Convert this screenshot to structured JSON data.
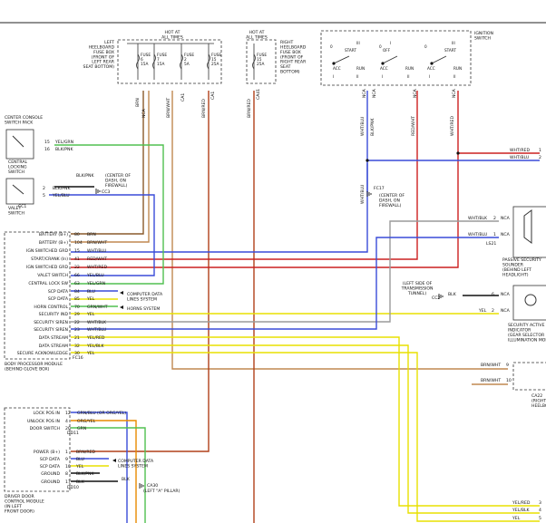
{
  "fuse_box_left": {
    "title": "HOT AT\nALL TIMES",
    "desc": "LEFT\nHEELBOARD\nFUSE BOX\n(FRONT OF\nLEFT REAR\nSEAT BOTTOM)",
    "fuses": [
      {
        "name": "FUSE",
        "num": "6",
        "amp": "15A"
      },
      {
        "name": "FUSE",
        "num": "7",
        "amp": "15A"
      },
      {
        "name": "FUSE",
        "num": "2",
        "amp": "5A"
      },
      {
        "name": "FUSE",
        "num": "15",
        "amp": "25A"
      }
    ],
    "wires": [
      "BRN",
      "BRN/WHT",
      "BRN/RED"
    ],
    "pins": [
      "NCA",
      "CA1",
      "CA1"
    ]
  },
  "fuse_box_right": {
    "title": "HOT AT\nALL TIMES",
    "desc": "RIGHT\nHEELBOARD\nFUSE BOX\n(FRONT OF\nRIGHT REAR\nSEAT\nBOTTOM)",
    "fuse": {
      "name": "FUSE",
      "num": "15",
      "amp": "25A"
    },
    "wire": "BRN/RED",
    "pin": "CA41"
  },
  "ignition_switch": {
    "label": "IGNITION\nSWITCH",
    "positions": [
      "0",
      "I",
      "II",
      "III",
      "ACC",
      "RUN",
      "START",
      "OFF"
    ],
    "wires": [
      "WHT/BLU",
      "BLK/PNK",
      "RED/WHT",
      "WHT/RED"
    ],
    "pins": [
      "NCA",
      "NCA",
      "NCA",
      "NCA"
    ]
  },
  "center_console": {
    "title": "CENTER CONSOLE\nSWITCH PACK",
    "locking_switch": "CENTRAL\nLOCKING\nSWITCH",
    "valet_switch": "VALET\nSWITCH",
    "connector": "CC1",
    "pins": [
      {
        "pin": "15",
        "wire": "YEL/GRN"
      },
      {
        "pin": "16",
        "wire": "BLK/PNK"
      },
      {
        "pin": "2",
        "wire": "BLK/PNK"
      },
      {
        "pin": "5",
        "wire": "YEL/BLU"
      }
    ],
    "ground_note": "BLK/PNK",
    "ground_pin": "CC3",
    "ground_loc": "(CENTER OF\nDASH, ON\nFIREWALL)"
  },
  "body_processor": {
    "label": "BODY PROCESSOR MODULE\n(BEHIND GLOVE BOX)",
    "connector": "FC16",
    "rows": [
      {
        "name": "BATTERY (B+)",
        "pin": "80",
        "wire": "BRN"
      },
      {
        "name": "BATTERY (B+)",
        "pin": "104",
        "wire": "BRN/WHT"
      },
      {
        "name": "IGN SWITCHED GRD",
        "pin": "15",
        "wire": "WHT/BLU"
      },
      {
        "name": "START/CRANK (In)",
        "pin": "41",
        "wire": "RED/WHT"
      },
      {
        "name": "IGN SWITCHED GRD",
        "pin": "22",
        "wire": "WHT/RED"
      },
      {
        "name": "VALET SWITCH",
        "pin": "66",
        "wire": "YEL/BLU"
      },
      {
        "name": "CENTRAL LOCK SW",
        "pin": "63",
        "wire": "YEL/GRN"
      },
      {
        "name": "SCP DATA",
        "pin": "84",
        "wire": "BLU"
      },
      {
        "name": "SCP DATA",
        "pin": "85",
        "wire": "YEL"
      },
      {
        "name": "HORN CONTROL",
        "pin": "70",
        "wire": "GRN/WHT"
      },
      {
        "name": "SECURITY IND",
        "pin": "29",
        "wire": "YEL"
      },
      {
        "name": "SECURITY SIREN",
        "pin": "22",
        "wire": "WHT/BLK"
      },
      {
        "name": "SECURITY SIREN",
        "pin": "23",
        "wire": "WHT/BLU"
      },
      {
        "name": "DATA STREAM",
        "pin": "21",
        "wire": "YEL/RED"
      },
      {
        "name": "DATA STREAM",
        "pin": "32",
        "wire": "YEL/BLK"
      },
      {
        "name": "SECURE ACKNOWLEDGE",
        "pin": "30",
        "wire": "YEL"
      }
    ],
    "note_data": "COMPUTER DATA\nLINES SYSTEM",
    "note_horn": "HORNS SYSTEM"
  },
  "ground_fc17": {
    "wire": "WHT/BLU",
    "pin": "FC17",
    "loc": "(CENTER OF\nDASH, ON\nFIREWALL)"
  },
  "right_top_wires": [
    {
      "wire": "WHT/RED",
      "pin": "1"
    },
    {
      "wire": "WHT/BLU",
      "pin": "2"
    }
  ],
  "sounder": {
    "label": "PASSIVE SECURITY\nSOUNDER\n(BEHIND LEFT\nHEADLIGHT)",
    "connector": "LS21",
    "rows": [
      {
        "wire": "WHT/BLK",
        "pin": "2",
        "code": "NCA"
      },
      {
        "wire": "WHT/BLU",
        "pin": "1",
        "code": "NCA"
      }
    ]
  },
  "indicator": {
    "label": "SECURITY ACTIVE\nINDICATOR\n(GEAR SELECTOR\nILLUMINATION MODULE)",
    "ground_loc": "(LEFT SIDE OF\nTRANSMISSION\nTUNNEL)",
    "ground_pin": "CC2",
    "rows": [
      {
        "wire": "BLK",
        "pin": "6",
        "code": "NCA"
      },
      {
        "wire": "YEL",
        "pin": "2",
        "code": "NCA"
      }
    ]
  },
  "ca22": {
    "label": "CA22\n(RIGHT\nHEELBOARD)",
    "rows": [
      {
        "wire": "BRN/WHT",
        "pin": "9"
      },
      {
        "wire": "BRN/WHT",
        "pin": "10"
      }
    ]
  },
  "door_module": {
    "label": "DRIVER DOOR\nCONTROL MODULE\n(IN LEFT\nFRONT DOOR)",
    "conn1": "DD11",
    "conn2": "DD10",
    "rows1": [
      {
        "name": "LOCK POS IN",
        "pin": "12",
        "wire": "GRN/BLU (OR ORG/YEL)"
      },
      {
        "name": "UNLOCK POS IN",
        "pin": "4",
        "wire": "ORG/YEL"
      },
      {
        "name": "DOOR SWITCH",
        "pin": "20",
        "wire": "GRN"
      }
    ],
    "rows2": [
      {
        "name": "POWER (B+)",
        "pin": "1",
        "wire": "BRN/RED"
      },
      {
        "name": "SCP DATA",
        "pin": "9",
        "wire": "BLU"
      },
      {
        "name": "SCP DATA",
        "pin": "10",
        "wire": "YEL"
      },
      {
        "name": "GROUND",
        "pin": "8",
        "wire": "BLK/PNK"
      },
      {
        "name": "GROUND",
        "pin": "17",
        "wire": "BLK"
      }
    ],
    "ground_pin": "CA30",
    "ground_loc": "(LEFT \"A\" PILLAR)",
    "ground_wire": "BLK",
    "note_data": "COMPUTER DATA\nLINES SYSTEM"
  },
  "bottom_right": [
    {
      "wire": "YEL/RED",
      "pin": "3"
    },
    {
      "wire": "YEL/BLK",
      "pin": "4"
    },
    {
      "wire": "YEL",
      "pin": "5"
    }
  ],
  "colors": {
    "brn": "#8a5a2b",
    "brnwht": "#c08850",
    "brnred": "#b0401a",
    "wht": "#d8d8d8",
    "blu": "#3a4cd8",
    "red": "#cc2020",
    "yel": "#e8e000",
    "grn": "#50c050",
    "org": "#e88a00",
    "blk": "#111111",
    "gry": "#9a9a9a"
  }
}
